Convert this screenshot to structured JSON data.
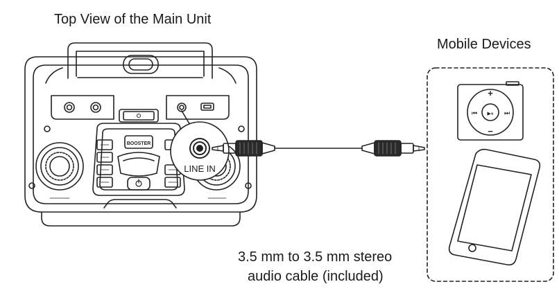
{
  "labels": {
    "main_unit": "Top View of the Main Unit",
    "mobile_devices": "Mobile Devices",
    "line_in": "LINE IN",
    "cable_line1": "3.5 mm to 3.5 mm stereo",
    "cable_line2": "audio cable (included)",
    "booster": "BOOSTER"
  },
  "player_glyphs": {
    "plus": "+",
    "minus": "−",
    "prev": "⏮",
    "play_pause": "▶⏸",
    "next": "⏭"
  }
}
